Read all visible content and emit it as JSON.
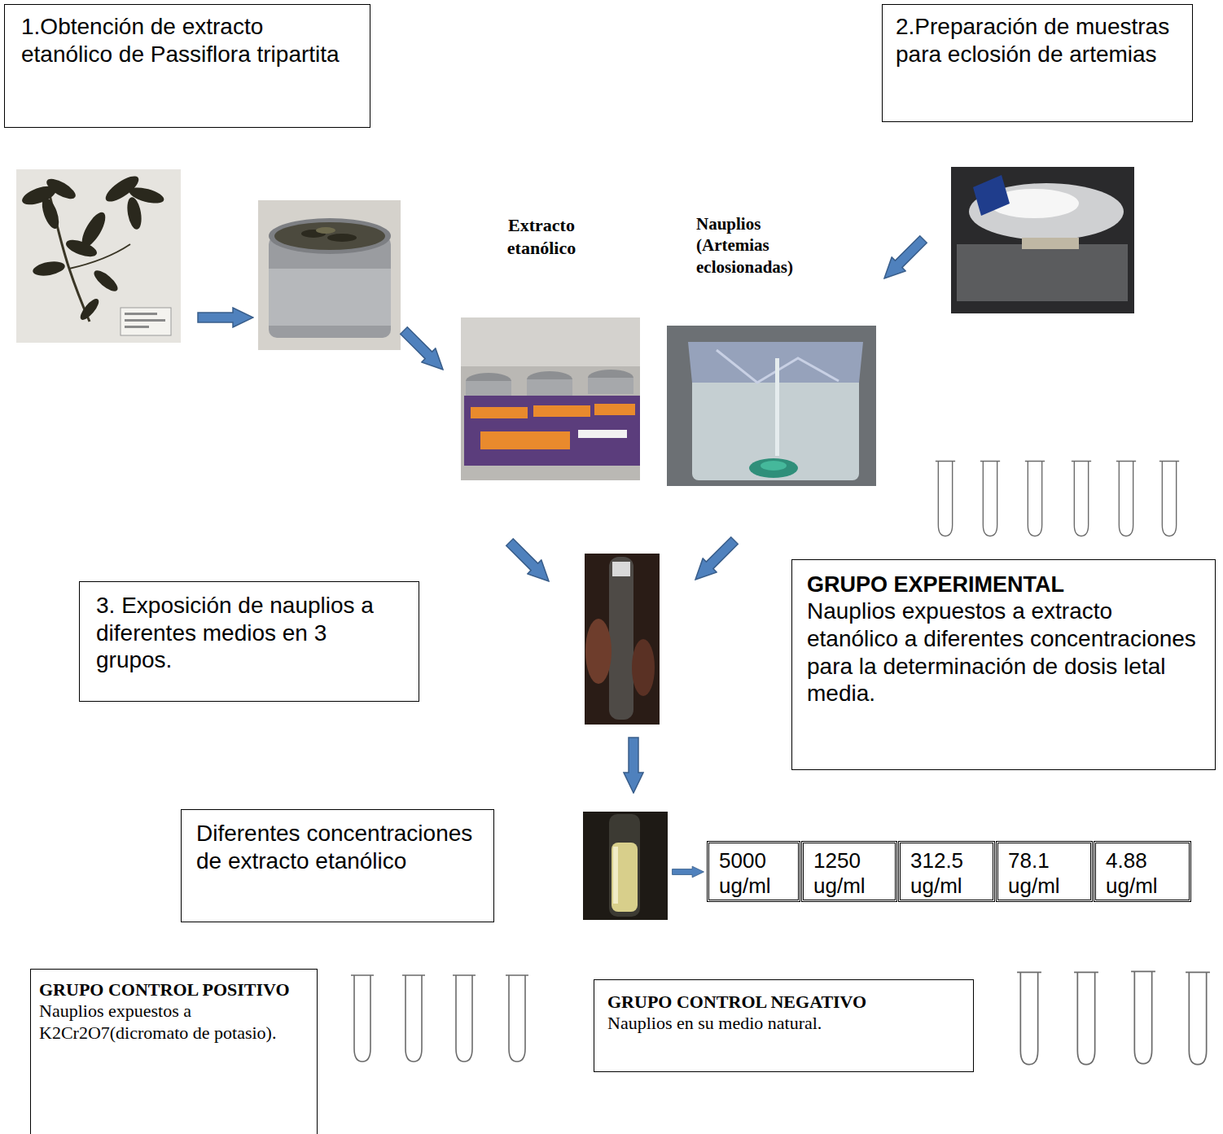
{
  "diagram": {
    "nodes": [
      {
        "text": [
          "1.Obtención de extracto etanólico de Passiflora tripartita"
        ]
      },
      {
        "text": [
          "2.Preparación de muestras para eclosión de artemias"
        ]
      },
      {
        "text": [
          "3. Exposición de nauplios a diferentes medios en 3 grupos."
        ]
      },
      {
        "text": [
          "GRUPO EXPERIMENTAL",
          "Nauplios expuestos a extracto etanólico a diferentes concentraciones para la determinación de dosis letal media."
        ]
      },
      {
        "text": [
          "Diferentes concentraciones de extracto etanólico"
        ]
      },
      {
        "text": [
          "GRUPO CONTROL POSITIVO",
          "Nauplios expuestos a K2Cr2O7(dicromato de potasio)."
        ]
      },
      {
        "text": [
          "GRUPO CONTROL NEGATIVO",
          "Nauplios en su medio natural."
        ]
      }
    ],
    "labels": [
      "Extracto etanólico",
      "Nauplios (Artemias eclosionadas)",
      "5000 ug/ml",
      "1250 ug/ml",
      "312.5 ug/ml",
      "78.1 ug/ml",
      "4.88 ug/ml"
    ]
  }
}
